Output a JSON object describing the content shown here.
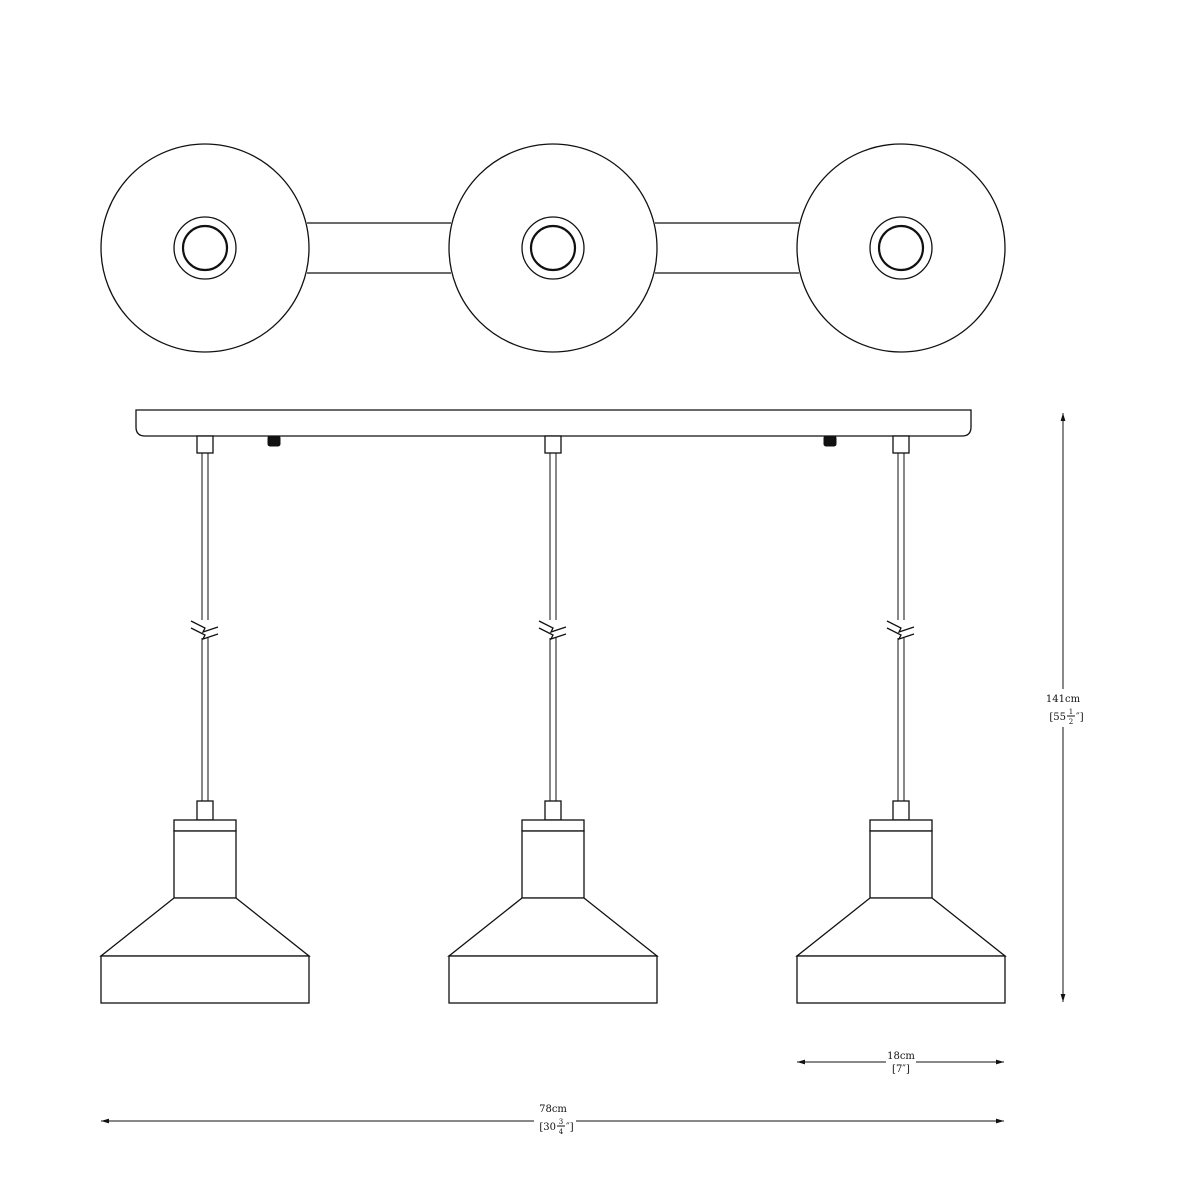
{
  "dimensions": {
    "height": {
      "metric": "141cm",
      "imperial_open": "[55",
      "frac_num": "1",
      "frac_den": "2",
      "imperial_close": "″]"
    },
    "shade_width": {
      "metric": "18cm",
      "imperial": "[7″]"
    },
    "total_width": {
      "metric": "78cm",
      "imperial_open": "[30",
      "frac_num": "3",
      "frac_den": "4",
      "imperial_close": "″]"
    }
  }
}
